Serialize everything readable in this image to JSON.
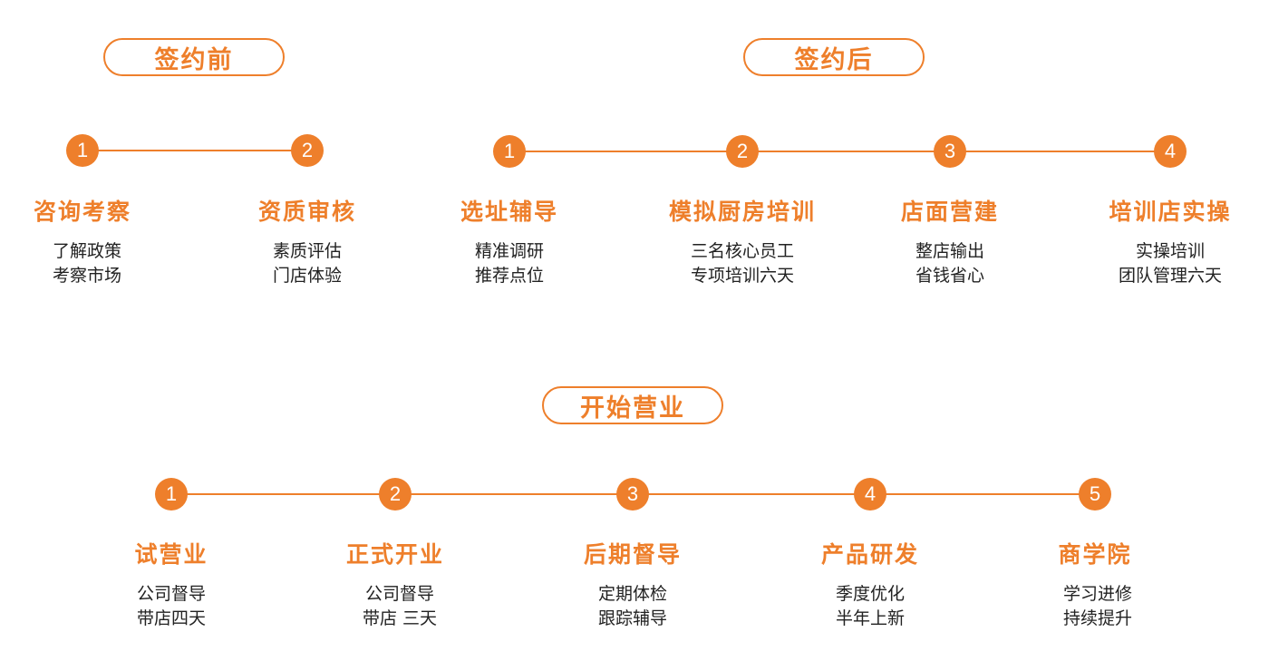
{
  "colors": {
    "accent": "#ee7f2b",
    "text": "#222222",
    "node_text": "#ffffff"
  },
  "before_signing": {
    "title": "签约前",
    "steps": [
      {
        "num": "1",
        "title": "咨询考察",
        "lines": [
          "了解政策",
          "考察市场"
        ]
      },
      {
        "num": "2",
        "title": "资质审核",
        "lines": [
          "素质评估",
          "门店体验"
        ]
      }
    ]
  },
  "after_signing": {
    "title": "签约后",
    "steps": [
      {
        "num": "1",
        "title": "选址辅导",
        "lines": [
          "精准调研",
          "推荐点位"
        ]
      },
      {
        "num": "2",
        "title": "模拟厨房培训",
        "lines": [
          "三名核心员工",
          "专项培训六天"
        ]
      },
      {
        "num": "3",
        "title": "店面营建",
        "lines": [
          "整店输出",
          "省钱省心"
        ]
      },
      {
        "num": "4",
        "title": "培训店实操",
        "lines": [
          "实操培训",
          "团队管理六天"
        ]
      }
    ]
  },
  "opening": {
    "title": "开始营业",
    "steps": [
      {
        "num": "1",
        "title": "试营业",
        "lines": [
          "公司督导",
          "带店四天"
        ]
      },
      {
        "num": "2",
        "title": "正式开业",
        "lines": [
          "公司督导",
          "带店 三天"
        ]
      },
      {
        "num": "3",
        "title": "后期督导",
        "lines": [
          "定期体检",
          "跟踪辅导"
        ]
      },
      {
        "num": "4",
        "title": "产品研发",
        "lines": [
          "季度优化",
          "半年上新"
        ]
      },
      {
        "num": "5",
        "title": "商学院",
        "lines": [
          "学习进修",
          "持续提升"
        ]
      }
    ]
  }
}
